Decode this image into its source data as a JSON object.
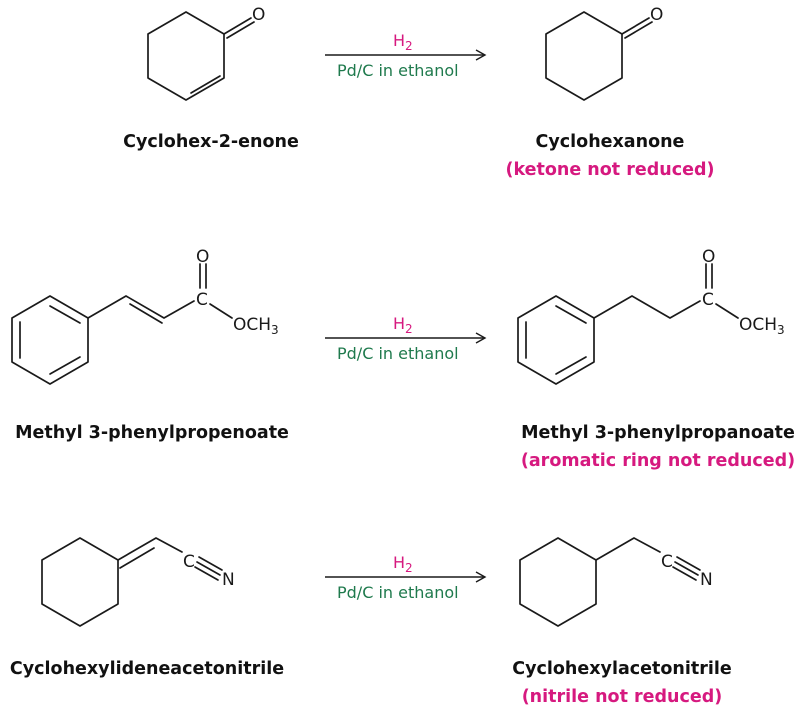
{
  "colors": {
    "accent_magenta": "#d6197f",
    "reagent_green": "#1f7a4d",
    "text": "#111111"
  },
  "reactions": [
    {
      "reagent_top": "H",
      "reagent_top_sub": "2",
      "reagent_bottom": "Pd/C in ethanol",
      "reactant": {
        "name": "Cyclohex-2-enone"
      },
      "product": {
        "name": "Cyclohexanone",
        "note": "(ketone not reduced)"
      }
    },
    {
      "reagent_top": "H",
      "reagent_top_sub": "2",
      "reagent_bottom": "Pd/C in ethanol",
      "reactant": {
        "name": "Methyl 3-phenylpropenoate"
      },
      "product": {
        "name": "Methyl 3-phenylpropanoate",
        "note": "(aromatic ring not reduced)"
      }
    },
    {
      "reagent_top": "H",
      "reagent_top_sub": "2",
      "reagent_bottom": "Pd/C in ethanol",
      "reactant": {
        "name": "Cyclohexylideneacetonitrile"
      },
      "product": {
        "name": "Cyclohexylacetonitrile",
        "note": "(nitrile not reduced)"
      }
    }
  ],
  "atoms": {
    "oxygen": "O",
    "carbon": "C",
    "nitrogen": "N",
    "methoxy": "OCH",
    "methoxy_sub": "3"
  }
}
